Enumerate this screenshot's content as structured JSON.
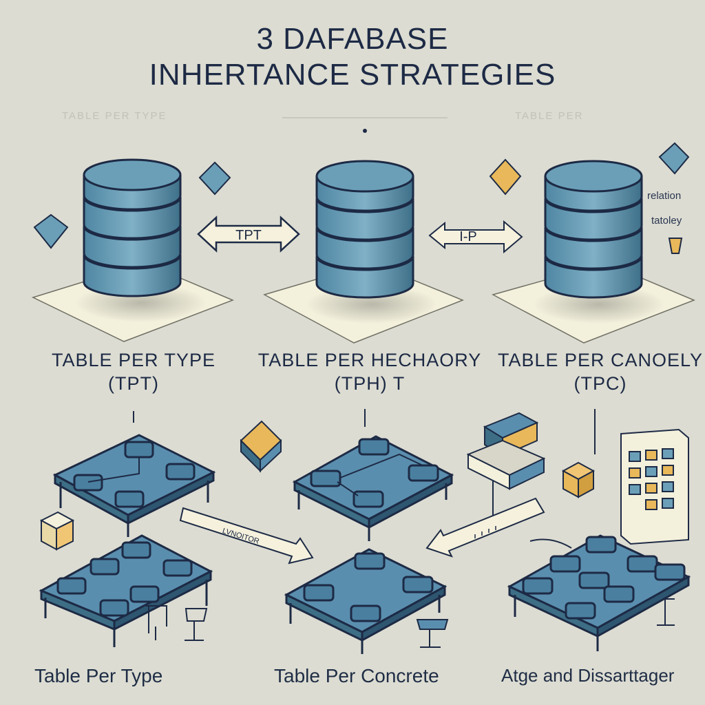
{
  "title": {
    "line1": "3 DAFABASE",
    "line2": "INHERTANCE STRATEGIES",
    "ghost_left": "TABLE PER TYPE",
    "ghost_right": "TABLE PER"
  },
  "arrows": {
    "left": "TPT",
    "middle": "I-P",
    "lower_left": "LVNOITOR"
  },
  "side_note": {
    "line1": "relation",
    "line2": "tatoley"
  },
  "strategies": [
    {
      "name": "TABLE PER TYPE",
      "abbr": "(TPT)"
    },
    {
      "name": "TABLE PER HECHAORY",
      "abbr": "(TPH) T"
    },
    {
      "name": "TABLE PER CANOELY",
      "abbr": "(TPC)"
    }
  ],
  "bottom_labels": [
    "Table Per Type",
    "Table Per Concrete",
    "Atge and Dissarttager"
  ],
  "colors": {
    "background": "#dcdcd2",
    "cylinder": "#6b9fb8",
    "cylinder_dark": "#3d6e86",
    "table": "#5a8eae",
    "accent": "#e8b85a",
    "outline": "#1d2a45",
    "platform": "#f3f0dc"
  }
}
